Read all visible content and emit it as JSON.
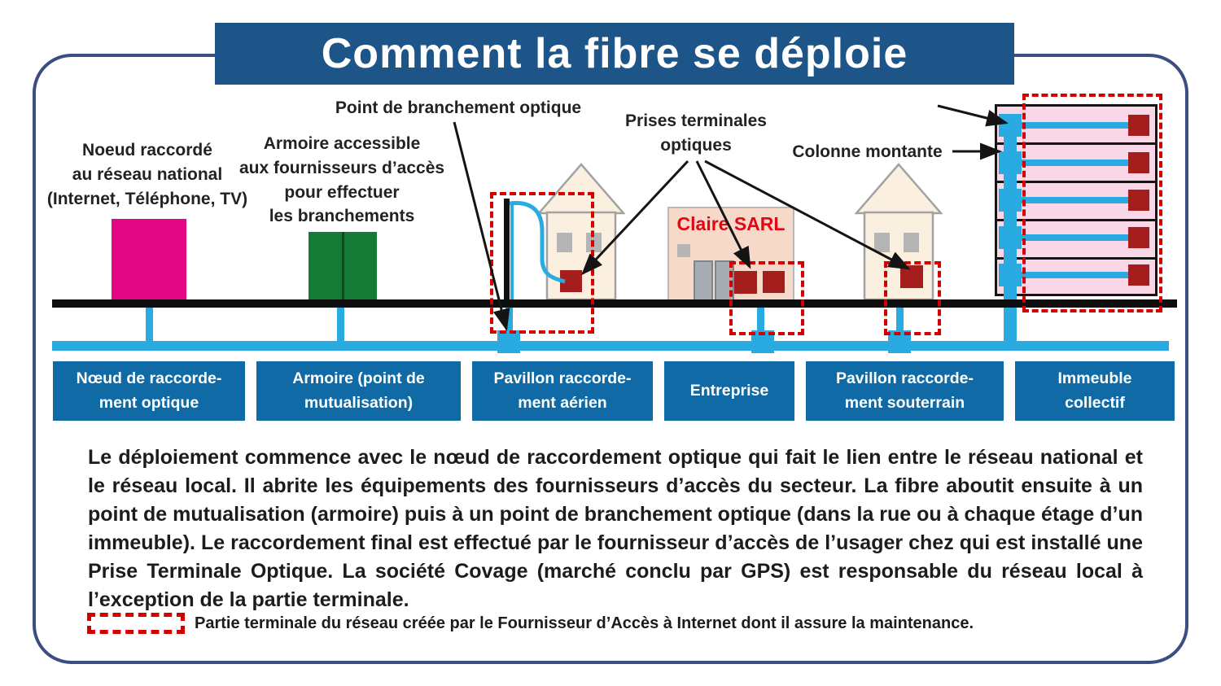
{
  "title": "Comment la fibre se déploie",
  "annotations": {
    "noeud_national": "Noeud raccordé\nau réseau national\n(Internet, Téléphone, TV)",
    "armoire": "Armoire accessible\naux fournisseurs d’accès\npour effectuer\nles branchements",
    "point_branchement": "Point de branchement optique",
    "prises_terminales": "Prises terminales\noptiques",
    "colonne_montante": "Colonne montante",
    "entreprise_nom": "Claire SARL"
  },
  "tags": [
    "Nœud de raccorde-\nment optique",
    "Armoire (point de\nmutualisation)",
    "Pavillon raccorde-\nment aérien",
    "Entreprise",
    "Pavillon raccorde-\nment souterrain",
    "Immeuble\ncollectif"
  ],
  "paragraph": "Le déploiement commence avec le nœud de raccordement optique qui fait le lien entre le réseau national et le réseau local. Il abrite les équipements des fournisseurs d’accès du secteur. La fibre aboutit ensuite à un point de mutualisation (armoire) puis à un point de branchement optique (dans la rue ou à chaque étage d’un immeuble). Le raccordement final est effectué par le fournisseur d’accès de l’usager chez qui est installé une Prise Terminale Optique. La société Covage (marché conclu par GPS) est responsable du réseau local à l’exception de la partie terminale.",
  "legend": "Partie terminale du réseau créée par le Fournisseur d’Accès à Internet dont il assure la maintenance.",
  "colors": {
    "banner_blue": "#1d5589",
    "tag_blue": "#0f6aa5",
    "frame_navy": "#3c4e80",
    "fiber_blue": "#29abe2",
    "node_magenta": "#e20883",
    "cabinet_green": "#157a33",
    "dashed_red": "#d40000",
    "socket_dark_red": "#a41e1e",
    "immeuble_pink": "#f9d7e7",
    "house_beige": "#fbf0e0",
    "entreprise_salmon": "#f6d9c8",
    "entreprise_text_red": "#e30613"
  }
}
